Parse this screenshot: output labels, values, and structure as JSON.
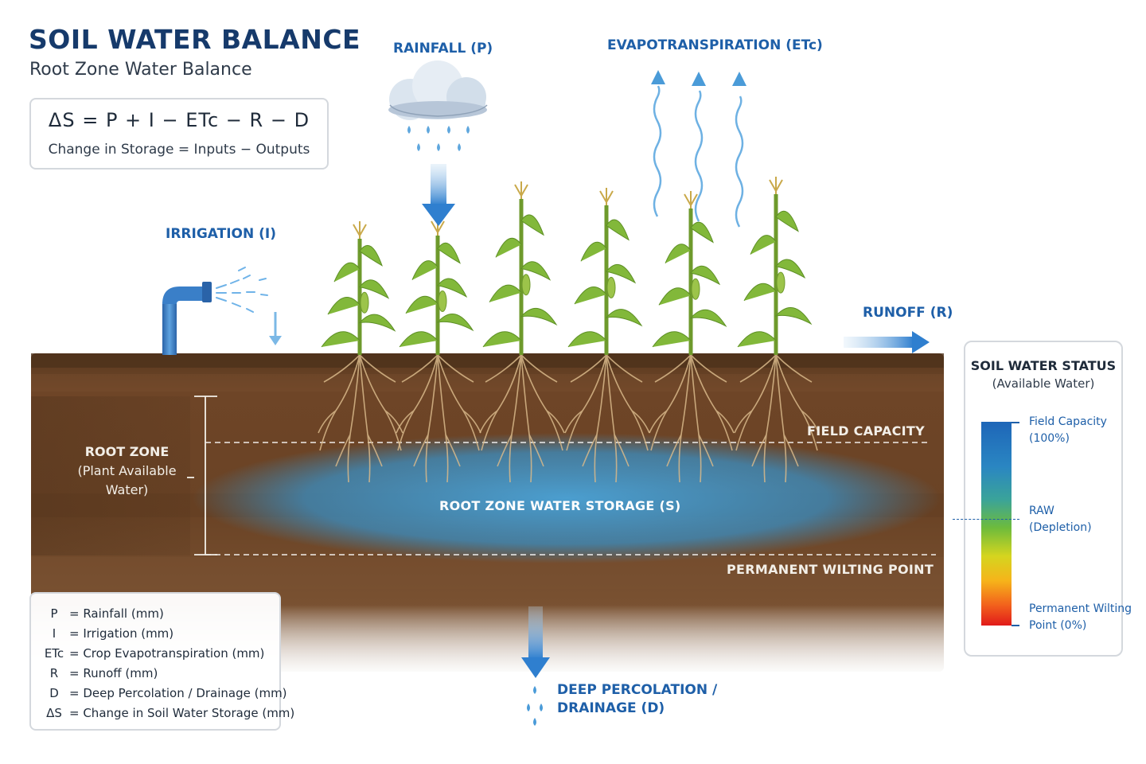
{
  "header": {
    "title": "SOIL WATER BALANCE",
    "subtitle": "Root Zone Water Balance"
  },
  "equation": {
    "formula": "ΔS = P + I − ETc − R − D",
    "description": "Change in Storage = Inputs − Outputs"
  },
  "flows": {
    "rainfall": "RAINFALL (P)",
    "evapotranspiration": "EVAPOTRANSPIRATION (ETc)",
    "irrigation": "IRRIGATION (I)",
    "runoff": "RUNOFF (R)",
    "deep_percolation_line1": "DEEP PERCOLATION /",
    "deep_percolation_line2": "DRAINAGE (D)"
  },
  "soil": {
    "root_zone_title": "ROOT ZONE",
    "root_zone_line2": "(Plant Available",
    "root_zone_line3": "Water)",
    "field_capacity": "FIELD CAPACITY",
    "storage": "ROOT ZONE WATER STORAGE (S)",
    "wilting_point": "PERMANENT WILTING POINT"
  },
  "legend": [
    {
      "symbol": "P",
      "text": "= Rainfall (mm)"
    },
    {
      "symbol": "I",
      "text": "= Irrigation (mm)"
    },
    {
      "symbol": "ETc",
      "text": "= Crop Evapotranspiration (mm)"
    },
    {
      "symbol": "R",
      "text": "= Runoff (mm)"
    },
    {
      "symbol": "D",
      "text": "= Deep Percolation / Drainage (mm)"
    },
    {
      "symbol": "ΔS",
      "text": "= Change in Soil Water Storage (mm)"
    }
  ],
  "status_panel": {
    "title": "SOIL WATER STATUS",
    "subtitle": "(Available Water)",
    "field_capacity_line1": "Field Capacity",
    "field_capacity_line2": "(100%)",
    "raw_line1": "RAW",
    "raw_line2": "(Depletion)",
    "pwp_line1": "Permanent Wilting",
    "pwp_line2": "Point (0%)"
  },
  "colors": {
    "accent": "#1e5fa8",
    "soil": "#6b4426",
    "water": "#3a8fc4",
    "plant": "#7fb43a"
  }
}
